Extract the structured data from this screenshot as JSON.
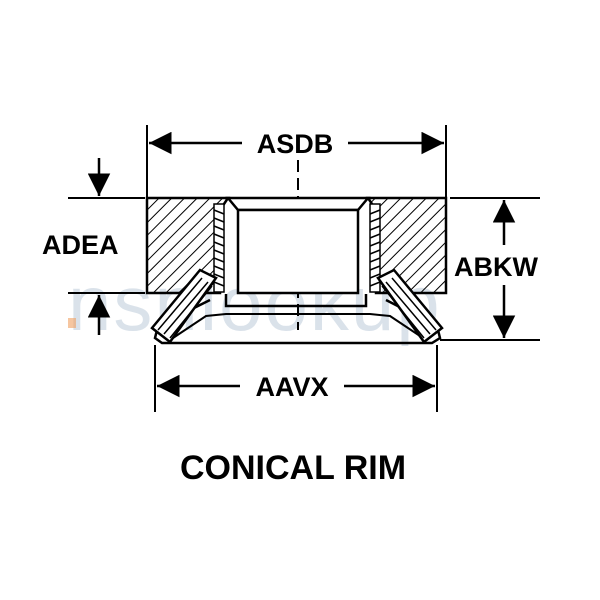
{
  "diagram": {
    "dimensions": {
      "top": "ASDB",
      "left": "ADEA",
      "right": "ABKW",
      "bottom": "AAVX"
    },
    "caption": "CONICAL RIM"
  },
  "watermark": {
    "text": "nsnlookup"
  },
  "colors": {
    "ink": "#000000",
    "watermark": "#9fb3c8",
    "watermark_accent": "#f0a060"
  }
}
